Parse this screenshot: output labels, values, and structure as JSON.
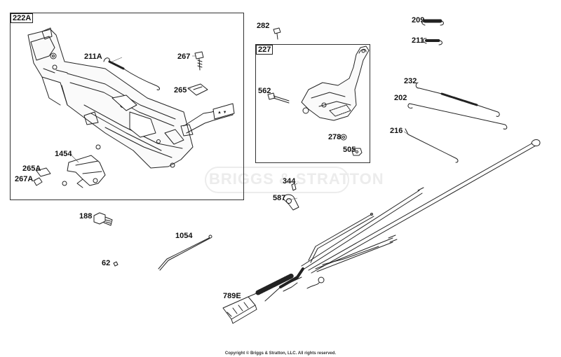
{
  "diagram": {
    "watermark": "BRIGGS & STRATTON",
    "copyright": "Copyright © Briggs & Stratton, LLC. All rights reserved.",
    "assemblies": [
      {
        "id": "222A"
      },
      {
        "id": "227"
      }
    ],
    "part_labels": {
      "p211A": "211A",
      "p267": "267",
      "p265": "265",
      "p1454": "1454",
      "p265A": "265A",
      "p267A": "267A",
      "p282": "282",
      "p562": "562",
      "p278": "278",
      "p505": "505",
      "p209": "209",
      "p211": "211",
      "p232": "232",
      "p202": "202",
      "p216": "216",
      "p344": "344",
      "p587": "587",
      "p188": "188",
      "p1054": "1054",
      "p62": "62",
      "p789E": "789E"
    }
  }
}
